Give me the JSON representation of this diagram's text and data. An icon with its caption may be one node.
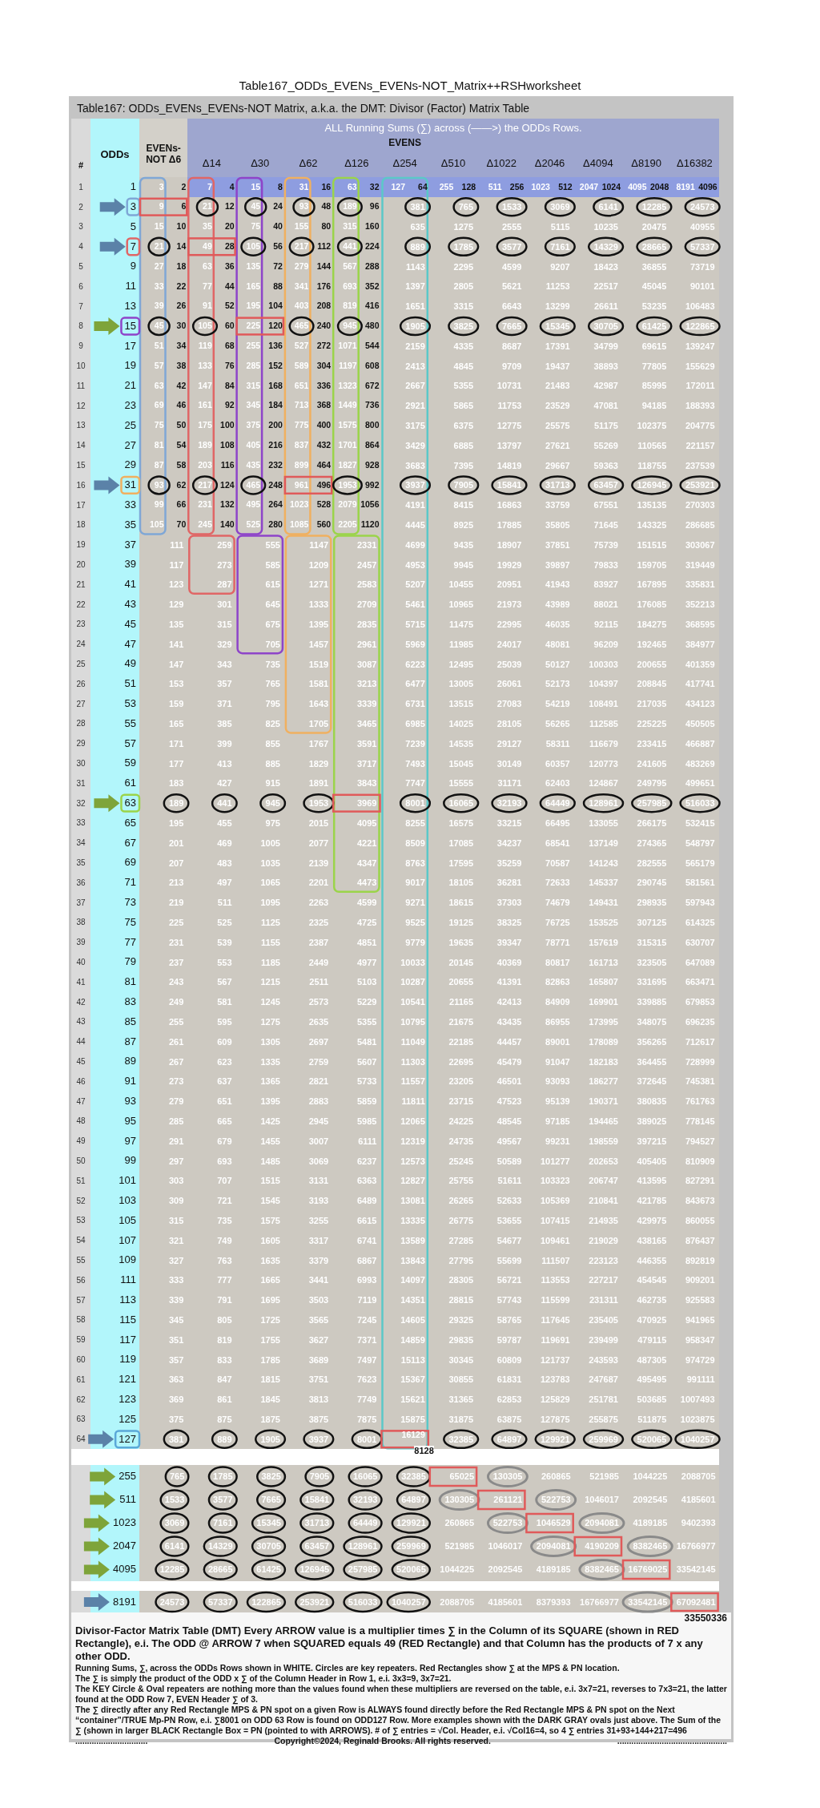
{
  "diagram": {
    "title": "Table167_ODDs_EVENs_EVENs-NOT_Matrix++RSHworksheet",
    "labels": [
      "Table167: ODDs_EVENs_EVENs-NOT Matrix, a.k.a. the DMT: Divisor (Factor) Matrix Table",
      "ALL Running Sums (∑) across (——>) the ODDs Rows.",
      "#",
      "ODDs",
      "EVENs-NOT Δ6",
      "EVENS",
      "Δ14",
      "Δ30",
      "Δ62",
      "Δ126",
      "Δ254",
      "Δ510",
      "Δ1022",
      "Δ2046",
      "Δ4094",
      "Δ8190",
      "Δ16382",
      "1",
      "1",
      "3",
      "2",
      "7",
      "4",
      "15",
      "8",
      "31",
      "16",
      "63",
      "32",
      "127",
      "64",
      "255",
      "128",
      "511",
      "256",
      "1023",
      "512",
      "2047",
      "1024",
      "4095",
      "2048",
      "8191",
      "4096",
      "2",
      "3",
      "9",
      "6",
      "21",
      "12",
      "45",
      "24",
      "93",
      "48",
      "189",
      "96",
      "381",
      "765",
      "1533",
      "3069",
      "6141",
      "12285",
      "24573",
      "3",
      "5",
      "15",
      "10",
      "35",
      "20",
      "75",
      "40",
      "155",
      "80",
      "315",
      "160",
      "635",
      "1275",
      "2555",
      "5115",
      "10235",
      "20475",
      "40955",
      "4",
      "7",
      "21",
      "14",
      "49",
      "28",
      "105",
      "56",
      "217",
      "112",
      "441",
      "224",
      "889",
      "1785",
      "3577",
      "7161",
      "14329",
      "28665",
      "57337",
      "5",
      "9",
      "27",
      "18",
      "63",
      "36",
      "135",
      "72",
      "279",
      "144",
      "567",
      "288",
      "1143",
      "2295",
      "4599",
      "9207",
      "18423",
      "36855",
      "73719",
      "6",
      "11",
      "33",
      "22",
      "77",
      "44",
      "165",
      "88",
      "341",
      "176",
      "693",
      "352",
      "1397",
      "2805",
      "5621",
      "11253",
      "22517",
      "45045",
      "90101",
      "7",
      "13",
      "39",
      "26",
      "91",
      "52",
      "195",
      "104",
      "403",
      "208",
      "819",
      "416",
      "1651",
      "3315",
      "6643",
      "13299",
      "26611",
      "53235",
      "106483",
      "8",
      "15",
      "45",
      "30",
      "105",
      "60",
      "225",
      "120",
      "465",
      "240",
      "945",
      "480",
      "1905",
      "3825",
      "7665",
      "15345",
      "30705",
      "61425",
      "122865",
      "9",
      "17",
      "51",
      "34",
      "119",
      "68",
      "255",
      "136",
      "527",
      "272",
      "1071",
      "544",
      "2159",
      "4335",
      "8687",
      "17391",
      "34799",
      "69615",
      "139247",
      "10",
      "19",
      "57",
      "38",
      "133",
      "76",
      "285",
      "152",
      "589",
      "304",
      "1197",
      "608",
      "2413",
      "4845",
      "9709",
      "19437",
      "38893",
      "77805",
      "155629",
      "11",
      "21",
      "63",
      "42",
      "147",
      "84",
      "315",
      "168",
      "651",
      "336",
      "1323",
      "672",
      "2667",
      "5355",
      "10731",
      "21483",
      "42987",
      "85995",
      "172011",
      "12",
      "23",
      "69",
      "46",
      "161",
      "92",
      "345",
      "184",
      "713",
      "368",
      "1449",
      "736",
      "2921",
      "5865",
      "11753",
      "23529",
      "47081",
      "94185",
      "188393",
      "13",
      "25",
      "75",
      "50",
      "175",
      "100",
      "375",
      "200",
      "775",
      "400",
      "1575",
      "800",
      "3175",
      "6375",
      "12775",
      "25575",
      "51175",
      "102375",
      "204775",
      "14",
      "27",
      "81",
      "54",
      "189",
      "108",
      "405",
      "216",
      "837",
      "432",
      "1701",
      "864",
      "3429",
      "6885",
      "13797",
      "27621",
      "55269",
      "110565",
      "221157",
      "15",
      "29",
      "87",
      "58",
      "203",
      "116",
      "435",
      "232",
      "899",
      "464",
      "1827",
      "928",
      "3683",
      "7395",
      "14819",
      "29667",
      "59363",
      "118755",
      "237539",
      "16",
      "31",
      "93",
      "62",
      "217",
      "124",
      "465",
      "248",
      "961",
      "496",
      "1953",
      "992",
      "3937",
      "7905",
      "15841",
      "31713",
      "63457",
      "126945",
      "253921",
      "17",
      "33",
      "99",
      "66",
      "231",
      "132",
      "495",
      "264",
      "1023",
      "528",
      "2079",
      "1056",
      "4191",
      "8415",
      "16863",
      "33759",
      "67551",
      "135135",
      "270303",
      "18",
      "35",
      "105",
      "70",
      "245",
      "140",
      "525",
      "280",
      "1085",
      "560",
      "2205",
      "1120",
      "4445",
      "8925",
      "17885",
      "35805",
      "71645",
      "143325",
      "286685",
      "19",
      "37",
      "111",
      "259",
      "555",
      "1147",
      "2331",
      "4699",
      "9435",
      "18907",
      "37851",
      "75739",
      "151515",
      "303067",
      "20",
      "39",
      "117",
      "273",
      "585",
      "1209",
      "2457",
      "4953",
      "9945",
      "19929",
      "39897",
      "79833",
      "159705",
      "319449",
      "21",
      "41",
      "123",
      "287",
      "615",
      "1271",
      "2583",
      "5207",
      "10455",
      "20951",
      "41943",
      "83927",
      "167895",
      "335831",
      "22",
      "43",
      "129",
      "301",
      "645",
      "1333",
      "2709",
      "5461",
      "10965",
      "21973",
      "43989",
      "88021",
      "176085",
      "352213",
      "23",
      "45",
      "135",
      "315",
      "675",
      "1395",
      "2835",
      "5715",
      "11475",
      "22995",
      "46035",
      "92115",
      "184275",
      "368595",
      "24",
      "47",
      "141",
      "329",
      "705",
      "1457",
      "2961",
      "5969",
      "11985",
      "24017",
      "48081",
      "96209",
      "192465",
      "384977",
      "25",
      "49",
      "147",
      "343",
      "735",
      "1519",
      "3087",
      "6223",
      "12495",
      "25039",
      "50127",
      "100303",
      "200655",
      "401359",
      "26",
      "51",
      "153",
      "357",
      "765",
      "1581",
      "3213",
      "6477",
      "13005",
      "26061",
      "52173",
      "104397",
      "208845",
      "417741",
      "27",
      "53",
      "159",
      "371",
      "795",
      "1643",
      "3339",
      "6731",
      "13515",
      "27083",
      "54219",
      "108491",
      "217035",
      "434123",
      "28",
      "55",
      "165",
      "385",
      "825",
      "1705",
      "3465",
      "6985",
      "14025",
      "28105",
      "56265",
      "112585",
      "225225",
      "450505",
      "29",
      "57",
      "171",
      "399",
      "855",
      "1767",
      "3591",
      "7239",
      "14535",
      "29127",
      "58311",
      "116679",
      "233415",
      "466887",
      "30",
      "59",
      "177",
      "413",
      "885",
      "1829",
      "3717",
      "7493",
      "15045",
      "30149",
      "60357",
      "120773",
      "241605",
      "483269",
      "31",
      "61",
      "183",
      "427",
      "915",
      "1891",
      "3843",
      "7747",
      "15555",
      "31171",
      "62403",
      "124867",
      "249795",
      "499651",
      "32",
      "63",
      "189",
      "441",
      "945",
      "1953",
      "3969",
      "8001",
      "16065",
      "32193",
      "64449",
      "128961",
      "257985",
      "516033",
      "33",
      "65",
      "195",
      "455",
      "975",
      "2015",
      "4095",
      "8255",
      "16575",
      "33215",
      "66495",
      "133055",
      "266175",
      "532415",
      "34",
      "67",
      "201",
      "469",
      "1005",
      "2077",
      "4221",
      "8509",
      "17085",
      "34237",
      "68541",
      "137149",
      "274365",
      "548797",
      "35",
      "69",
      "207",
      "483",
      "1035",
      "2139",
      "4347",
      "8763",
      "17595",
      "35259",
      "70587",
      "141243",
      "282555",
      "565179",
      "36",
      "71",
      "213",
      "497",
      "1065",
      "2201",
      "4473",
      "9017",
      "18105",
      "36281",
      "72633",
      "145337",
      "290745",
      "581561",
      "37",
      "73",
      "219",
      "511",
      "1095",
      "2263",
      "4599",
      "9271",
      "18615",
      "37303",
      "74679",
      "149431",
      "298935",
      "597943",
      "38",
      "75",
      "225",
      "525",
      "1125",
      "2325",
      "4725",
      "9525",
      "19125",
      "38325",
      "76725",
      "153525",
      "307125",
      "614325",
      "39",
      "77",
      "231",
      "539",
      "1155",
      "2387",
      "4851",
      "9779",
      "19635",
      "39347",
      "78771",
      "157619",
      "315315",
      "630707",
      "40",
      "79",
      "237",
      "553",
      "1185",
      "2449",
      "4977",
      "10033",
      "20145",
      "40369",
      "80817",
      "161713",
      "323505",
      "647089",
      "41",
      "81",
      "243",
      "567",
      "1215",
      "2511",
      "5103",
      "10287",
      "20655",
      "41391",
      "82863",
      "165807",
      "331695",
      "663471",
      "42",
      "83",
      "249",
      "581",
      "1245",
      "2573",
      "5229",
      "10541",
      "21165",
      "42413",
      "84909",
      "169901",
      "339885",
      "679853",
      "43",
      "85",
      "255",
      "595",
      "1275",
      "2635",
      "5355",
      "10795",
      "21675",
      "43435",
      "86955",
      "173995",
      "348075",
      "696235",
      "44",
      "87",
      "261",
      "609",
      "1305",
      "2697",
      "5481",
      "11049",
      "22185",
      "44457",
      "89001",
      "178089",
      "356265",
      "712617",
      "45",
      "89",
      "267",
      "623",
      "1335",
      "2759",
      "5607",
      "11303",
      "22695",
      "45479",
      "91047",
      "182183",
      "364455",
      "728999",
      "46",
      "91",
      "273",
      "637",
      "1365",
      "2821",
      "5733",
      "11557",
      "23205",
      "46501",
      "93093",
      "186277",
      "372645",
      "745381",
      "47",
      "93",
      "279",
      "651",
      "1395",
      "2883",
      "5859",
      "11811",
      "23715",
      "47523",
      "95139",
      "190371",
      "380835",
      "761763",
      "48",
      "95",
      "285",
      "665",
      "1425",
      "2945",
      "5985",
      "12065",
      "24225",
      "48545",
      "97185",
      "194465",
      "389025",
      "778145",
      "49",
      "97",
      "291",
      "679",
      "1455",
      "3007",
      "6111",
      "12319",
      "24735",
      "49567",
      "99231",
      "198559",
      "397215",
      "794527",
      "50",
      "99",
      "297",
      "693",
      "1485",
      "3069",
      "6237",
      "12573",
      "25245",
      "50589",
      "101277",
      "202653",
      "405405",
      "810909",
      "51",
      "101",
      "303",
      "707",
      "1515",
      "3131",
      "6363",
      "12827",
      "25755",
      "51611",
      "103323",
      "206747",
      "413595",
      "827291",
      "52",
      "103",
      "309",
      "721",
      "1545",
      "3193",
      "6489",
      "13081",
      "26265",
      "52633",
      "105369",
      "210841",
      "421785",
      "843673",
      "53",
      "105",
      "315",
      "735",
      "1575",
      "3255",
      "6615",
      "13335",
      "26775",
      "53655",
      "107415",
      "214935",
      "429975",
      "860055",
      "54",
      "107",
      "321",
      "749",
      "1605",
      "3317",
      "6741",
      "13589",
      "27285",
      "54677",
      "109461",
      "219029",
      "438165",
      "876437",
      "55",
      "109",
      "327",
      "763",
      "1635",
      "3379",
      "6867",
      "13843",
      "27795",
      "55699",
      "111507",
      "223123",
      "446355",
      "892819",
      "56",
      "111",
      "333",
      "777",
      "1665",
      "3441",
      "6993",
      "14097",
      "28305",
      "56721",
      "113553",
      "227217",
      "454545",
      "909201",
      "57",
      "113",
      "339",
      "791",
      "1695",
      "3503",
      "7119",
      "14351",
      "28815",
      "57743",
      "115599",
      "231311",
      "462735",
      "925583",
      "58",
      "115",
      "345",
      "805",
      "1725",
      "3565",
      "7245",
      "14605",
      "29325",
      "58765",
      "117645",
      "235405",
      "470925",
      "941965",
      "59",
      "117",
      "351",
      "819",
      "1755",
      "3627",
      "7371",
      "14859",
      "29835",
      "59787",
      "119691",
      "239499",
      "479115",
      "958347",
      "60",
      "119",
      "357",
      "833",
      "1785",
      "3689",
      "7497",
      "15113",
      "30345",
      "60809",
      "121737",
      "243593",
      "487305",
      "974729",
      "61",
      "121",
      "363",
      "847",
      "1815",
      "3751",
      "7623",
      "15367",
      "30855",
      "61831",
      "123783",
      "247687",
      "495495",
      "991111",
      "62",
      "123",
      "369",
      "861",
      "1845",
      "3813",
      "7749",
      "15621",
      "31365",
      "62853",
      "125829",
      "251781",
      "503685",
      "1007493",
      "63",
      "125",
      "375",
      "875",
      "1875",
      "3875",
      "7875",
      "15875",
      "31875",
      "63875",
      "127875",
      "255875",
      "511875",
      "1023875",
      "64",
      "127",
      "381",
      "889",
      "1905",
      "3937",
      "8001",
      "16129",
      "8128",
      "32385",
      "64897",
      "129921",
      "259969",
      "520065",
      "1040257",
      "255",
      "765",
      "1785",
      "3825",
      "7905",
      "16065",
      "32385",
      "65025",
      "130305",
      "260865",
      "521985",
      "1044225",
      "2088705",
      "511",
      "1533",
      "3577",
      "7665",
      "15841",
      "32193",
      "64897",
      "130305",
      "261121",
      "522753",
      "1046017",
      "2092545",
      "4185601",
      "1023",
      "3069",
      "7161",
      "15345",
      "31713",
      "64449",
      "129921",
      "260865",
      "522753",
      "1046529",
      "2094081",
      "4189185",
      "9402393",
      "2047",
      "6141",
      "14329",
      "30705",
      "63457",
      "128961",
      "259969",
      "521985",
      "1046017",
      "2094081",
      "4190209",
      "8382465",
      "16766977",
      "4095",
      "12285",
      "28665",
      "61425",
      "126945",
      "257985",
      "520065",
      "1044225",
      "2092545",
      "4189185",
      "8382465",
      "16769025",
      "33542145",
      "8191",
      "24573",
      "57337",
      "122865",
      "253921",
      "516033",
      "1040257",
      "2088705",
      "4185601",
      "8379393",
      "16766977",
      "33542145",
      "67092481",
      "33550336",
      "Divisor-Factor Matrix Table (DMT) Every ARROW value is a multiplier times ∑ in the Column of its SQUARE (shown in RED Rectangle), e.i. The ODD @ ARROW 7 when SQUARED equals 49 (RED Rectangle) and that Column has the products of 7 x any other ODD.",
      "Running Sums, ∑, across the ODDs Rows shown in WHITE. Circles are key repeaters. Red Rectangles show ∑ at the MPS & PN location.",
      "The ∑ is simply the product of the ODD x ∑ of the Column Header in Row 1, e.i. 3x3=9, 3x7=21.",
      "The KEY Circle & Oval repeaters are nothing more than the values found when these multipliers are reversed on the table, e.i. 3x7=21, reverses to 7x3=21, the latter found at the ODD Row 7, EVEN Header ∑ of 3.",
      "The ∑ directly after any Red Rectangle MPS & PN spot on a given Row is ALWAYS found directly before the Red Rectangle MPS & PN spot on the Next “container”/TRUE Mp-PN Row, e.i. ∑8001 on ODD 63 Row is found on ODD127 Row. More examples shown with the DARK GRAY ovals just above. The Sum of the ∑ (shown in larger BLACK Rectangle Box = PN (pointed to with ARROWS). # of ∑ entries = √Col. Header, e.i. √Col16=4, so 4 ∑ entries 31+93+144+217=496",
      "...............................",
      "Copyright©2024, Reginald Brooks. All rights reserved.",
      "..............................................."
    ]
  }
}
